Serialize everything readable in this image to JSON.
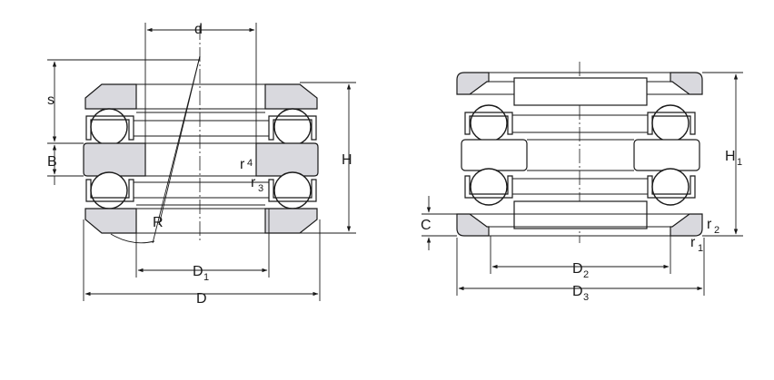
{
  "left_view": {
    "labels": {
      "d": "d",
      "s": "s",
      "B": "B",
      "H": "H",
      "R": "R",
      "r4_base": "r",
      "r4_sub": "4",
      "r3_base": "r",
      "r3_sub": "3",
      "D1_base": "D",
      "D1_sub": "1",
      "D": "D"
    }
  },
  "right_view": {
    "labels": {
      "C": "C",
      "H1_base": "H",
      "H1_sub": "1",
      "r2_base": "r",
      "r2_sub": "2",
      "r1_base": "r",
      "r1_sub": "1",
      "D2_base": "D",
      "D2_sub": "2",
      "D3_base": "D",
      "D3_sub": "3"
    }
  },
  "colors": {
    "ring_fill": "#d9d9de",
    "line": "#1a1a1a",
    "background": "#ffffff"
  }
}
